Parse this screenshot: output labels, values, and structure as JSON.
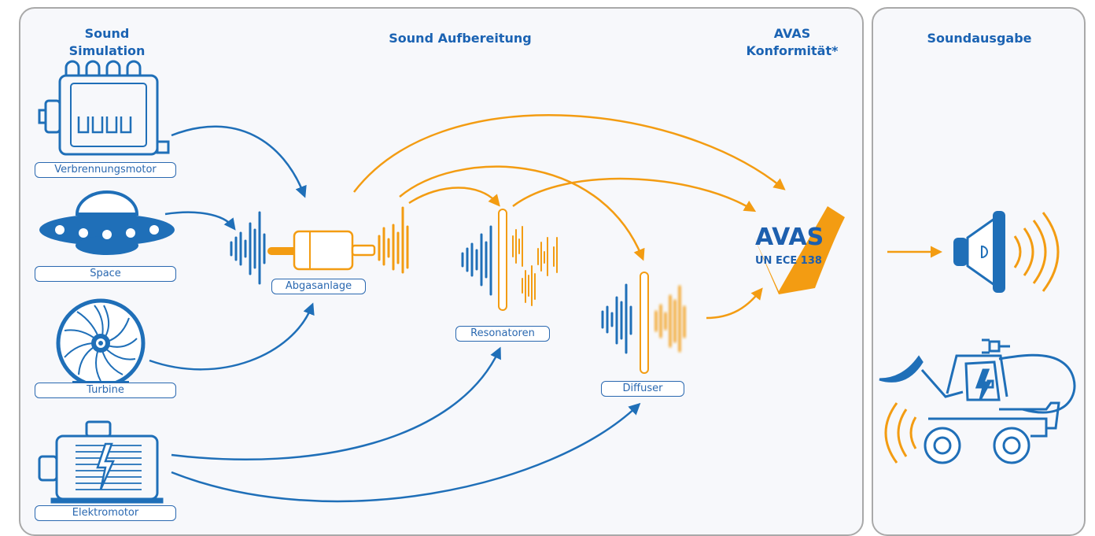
{
  "headers": {
    "simulation": "Sound\nSimulation",
    "processing": "Sound Aufbereitung",
    "conformity": "AVAS\nKonformität*",
    "output": "Soundausgabe"
  },
  "sources": {
    "combustion": "Verbrennungsmotor",
    "space": "Space",
    "turbine": "Turbine",
    "electric": "Elektromotor"
  },
  "processing": {
    "exhaust": "Abgasanlage",
    "resonators": "Resonatoren",
    "diffuser": "Diffuser"
  },
  "avas": {
    "title": "AVAS",
    "subtitle": "UN ECE 138"
  },
  "colors": {
    "blue": "#1f6fb8",
    "orange": "#f39c12",
    "panel_border": "#a9a9a9"
  }
}
